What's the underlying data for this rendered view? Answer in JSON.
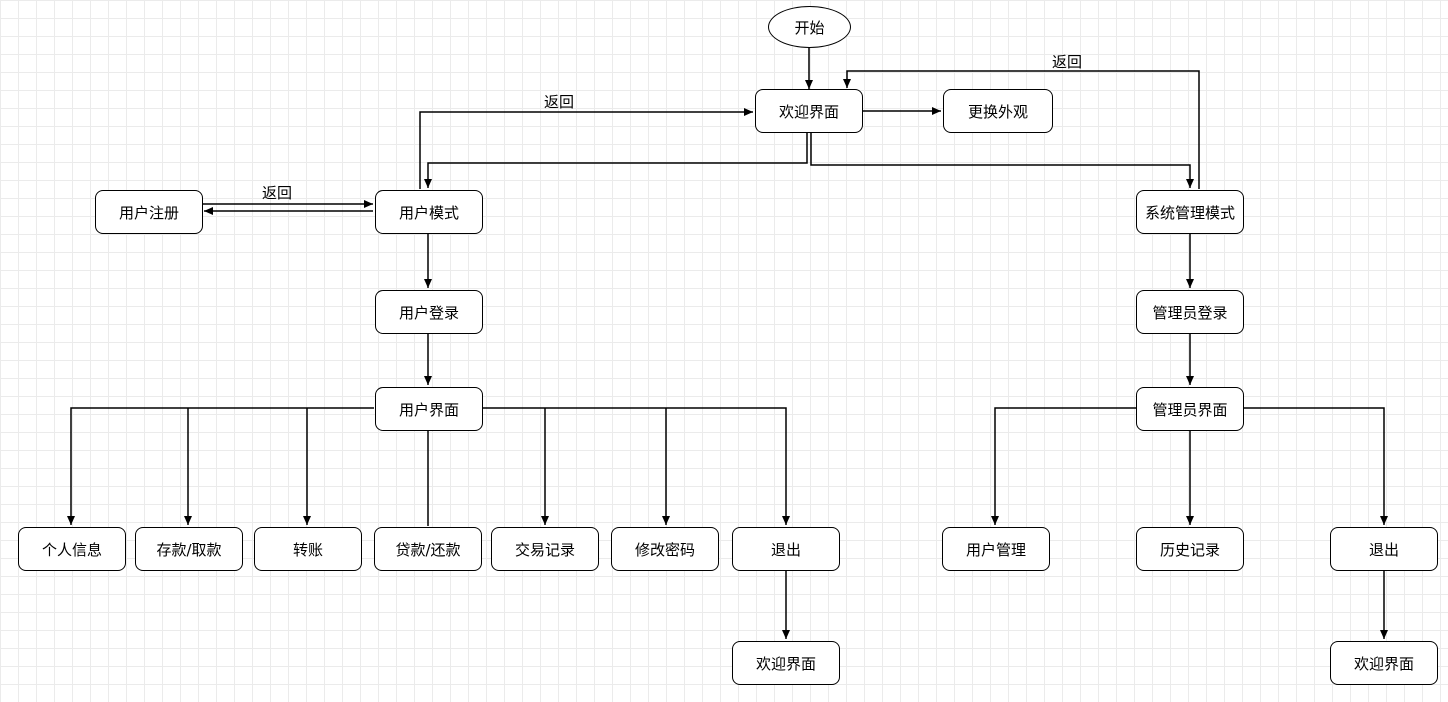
{
  "nodes": {
    "start": "开始",
    "welcome": "欢迎界面",
    "change_skin": "更换外观",
    "user_register": "用户注册",
    "user_mode": "用户模式",
    "system_mode": "系统管理模式",
    "user_login": "用户登录",
    "admin_login": "管理员登录",
    "user_ui": "用户界面",
    "admin_ui": "管理员界面",
    "personal_info": "个人信息",
    "deposit_withdraw": "存款/取款",
    "transfer": "转账",
    "loan_repay": "贷款/还款",
    "transactions": "交易记录",
    "change_password": "修改密码",
    "user_exit": "退出",
    "user_exit_welcome": "欢迎界面",
    "user_manage": "用户管理",
    "history": "历史记录",
    "admin_exit": "退出",
    "admin_exit_welcome": "欢迎界面"
  },
  "edge_labels": {
    "user_back": "返回",
    "system_back": "返回",
    "register_back": "返回"
  }
}
